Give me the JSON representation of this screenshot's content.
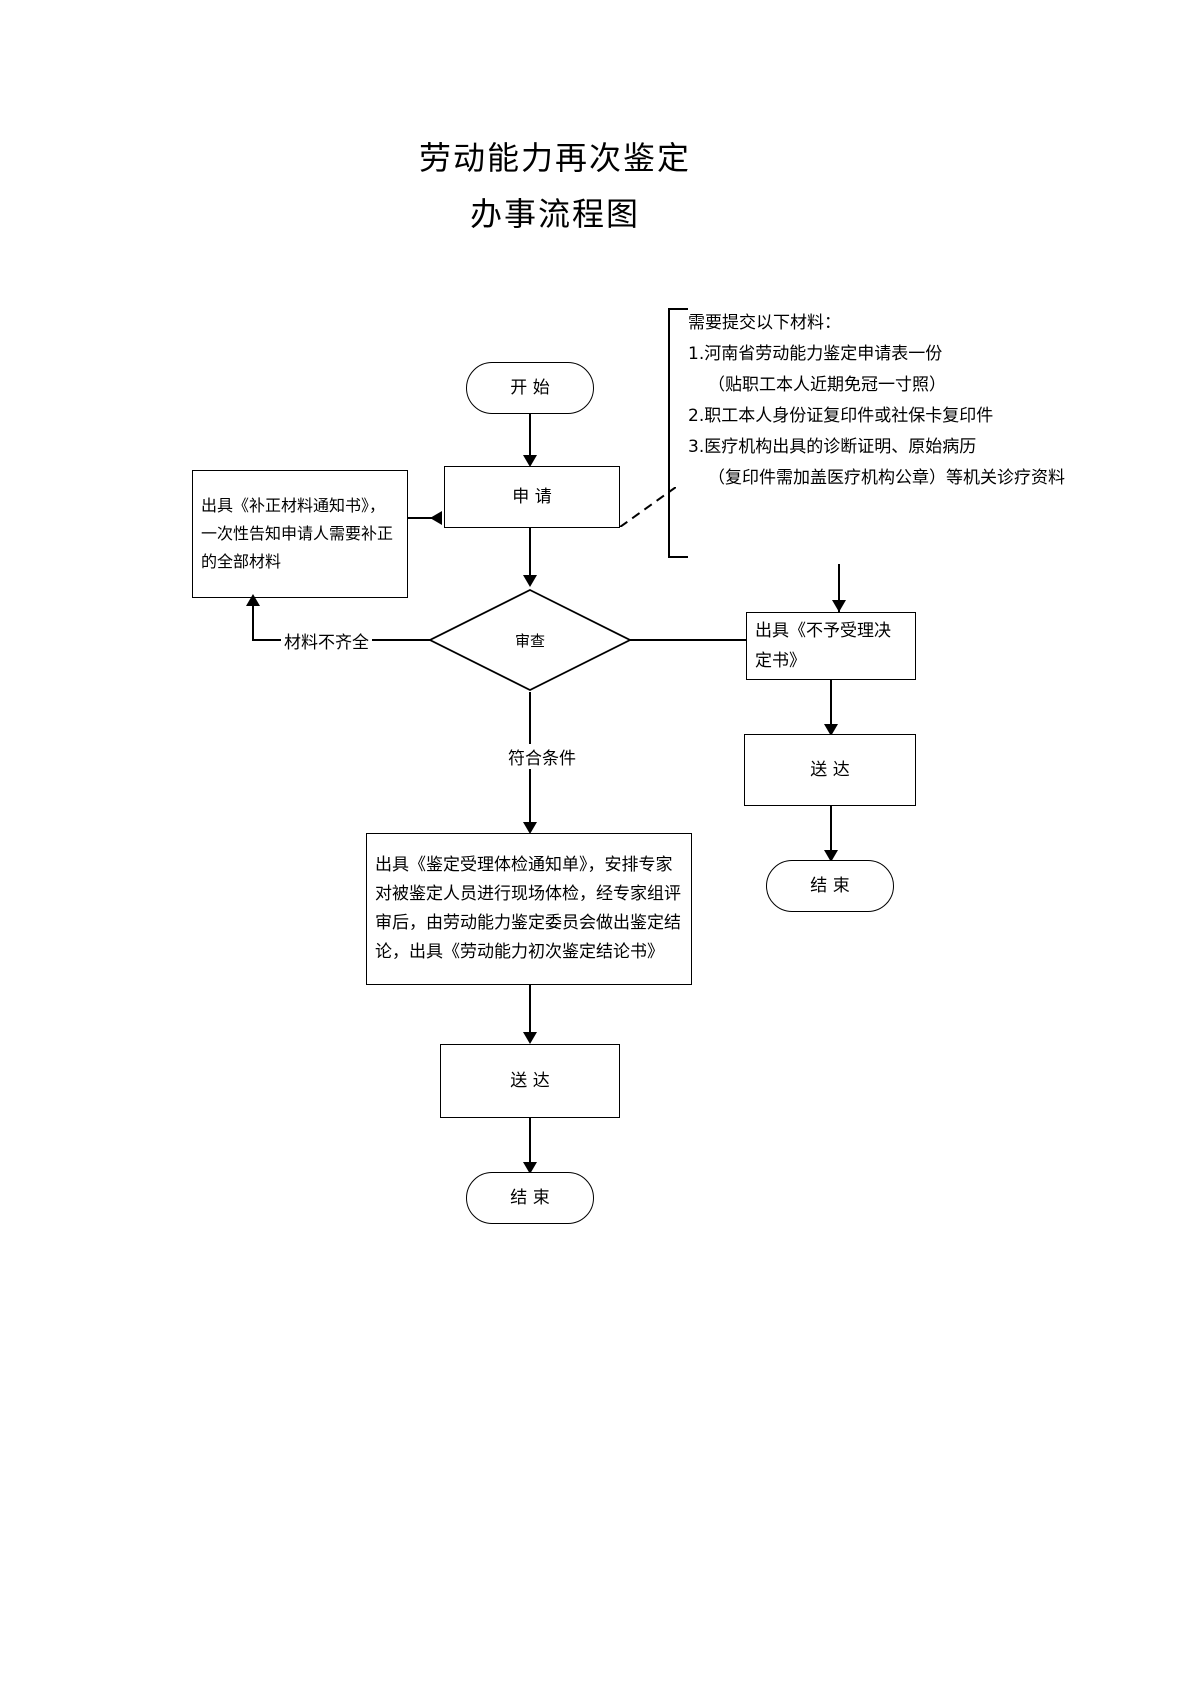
{
  "document": {
    "title_lines": [
      "劳动能力再次鉴定",
      "办事流程图"
    ]
  },
  "note": {
    "heading": "需要提交以下材料：",
    "items": [
      "1.河南省劳动能力鉴定申请表一份",
      "（贴职工本人近期免冠一寸照）",
      "2.职工本人身份证复印件或社保卡复印件",
      "3.医疗机构出具的诊断证明、原始病历",
      "（复印件需加盖医疗机构公章）等机关诊疗资料"
    ]
  },
  "nodes": {
    "start": {
      "label": "开  始",
      "shape": "terminator"
    },
    "apply": {
      "label": "申  请",
      "shape": "process"
    },
    "correction": {
      "label": "出具《补正材料通知书》，一次性告知申请人需要补正的全部材料",
      "shape": "process"
    },
    "review": {
      "label": "审查",
      "shape": "decision"
    },
    "reject_notice": {
      "label": "出具《不予受理决定书》",
      "shape": "process"
    },
    "deliver_right": {
      "label": "送  达",
      "shape": "process"
    },
    "end_right": {
      "label": "结  束",
      "shape": "terminator"
    },
    "appraisal": {
      "label": "出具《鉴定受理体检通知单》，安排专家对被鉴定人员进行现场体检，经专家组评审后，由劳动能力鉴定委员会做出鉴定结论，出具《劳动能力初次鉴定结论书》",
      "shape": "process"
    },
    "deliver_main": {
      "label": "送  达",
      "shape": "process"
    },
    "end_main": {
      "label": "结  束",
      "shape": "terminator"
    }
  },
  "edges": {
    "incomplete": "材料不齐全",
    "qualified": "符合条件"
  },
  "colors": {
    "stroke": "#000000",
    "background": "#ffffff"
  }
}
